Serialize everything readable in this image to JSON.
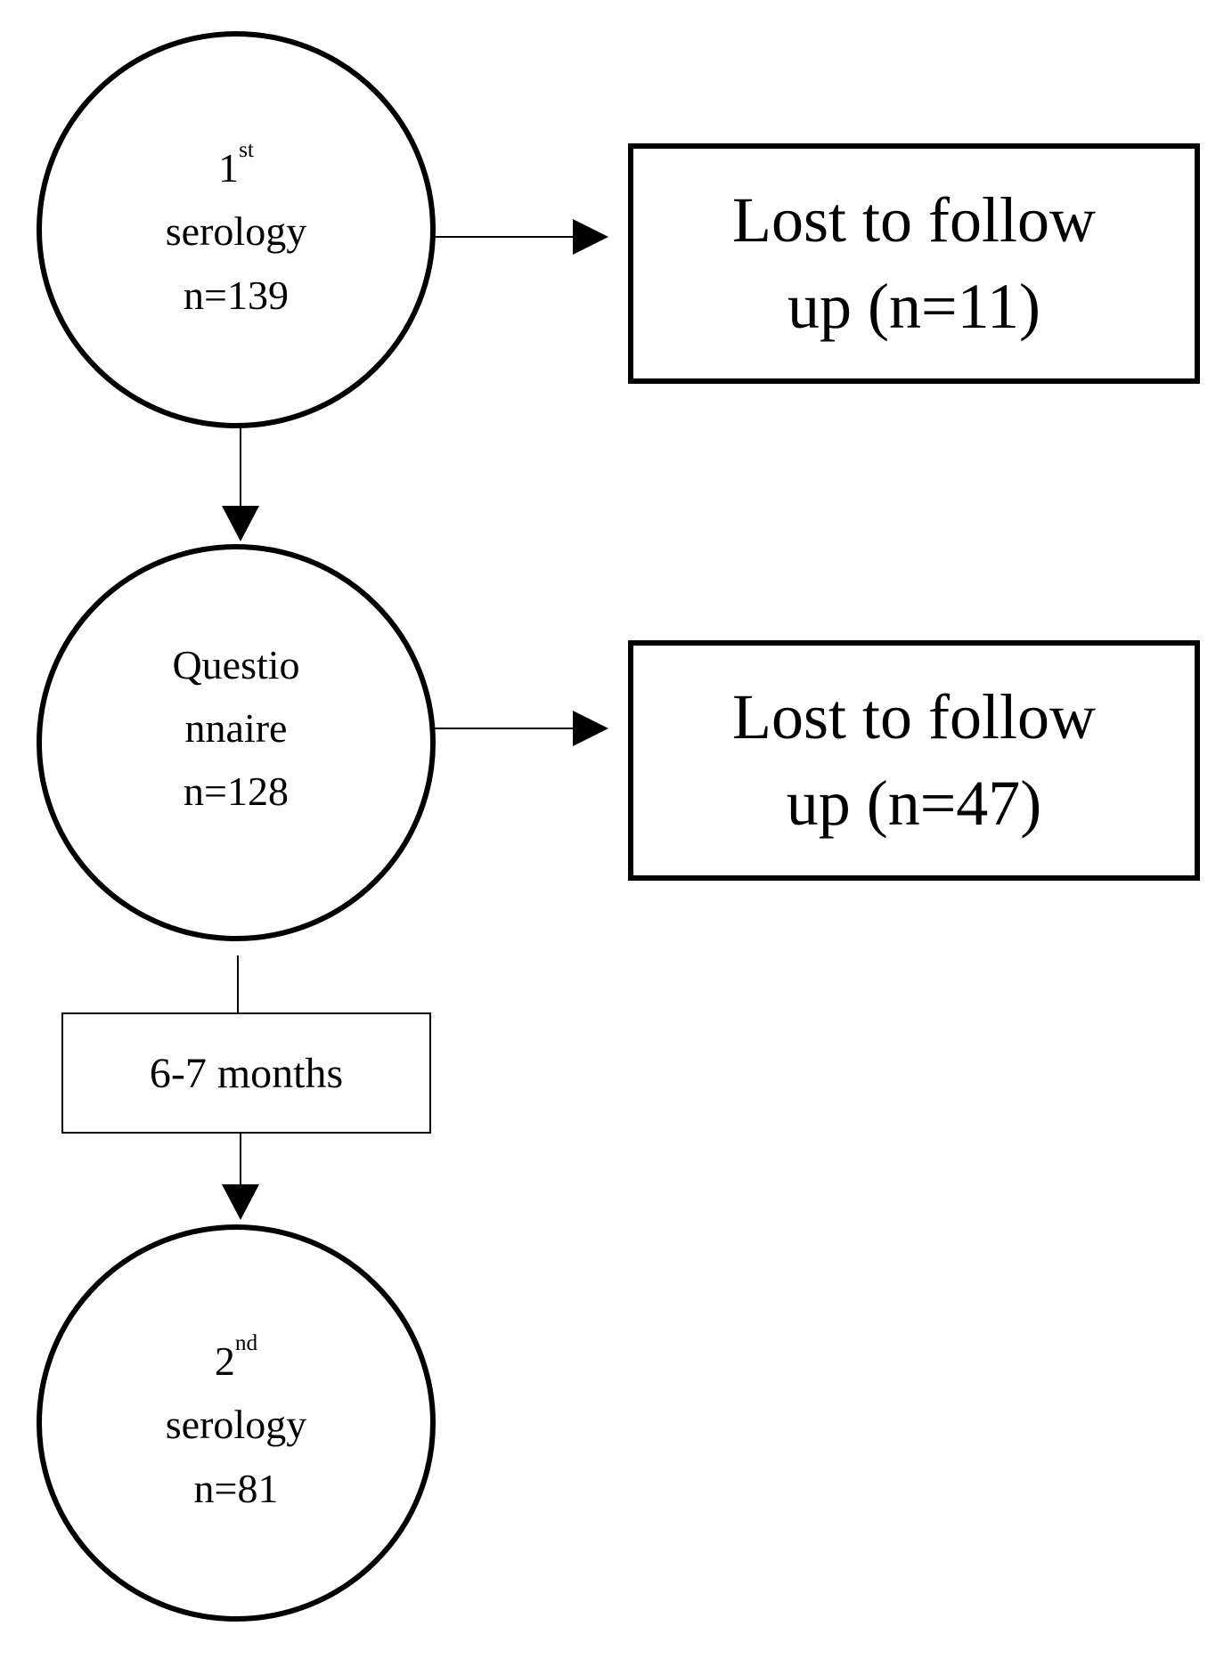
{
  "nodes": {
    "serology1": {
      "ordinal": "1",
      "ordinal_suffix": "st",
      "label": "serology",
      "count": "n=139"
    },
    "questionnaire": {
      "line1": "Questio",
      "line2": "nnaire",
      "count": "n=128"
    },
    "serology2": {
      "ordinal": "2",
      "ordinal_suffix": "nd",
      "label": "serology",
      "count": "n=81"
    }
  },
  "lost_boxes": [
    {
      "line1": "Lost to follow",
      "line2": "up (n=11)"
    },
    {
      "line1": "Lost to follow",
      "line2": "up (n=47)"
    }
  ],
  "interval_label": "6-7 months",
  "colors": {
    "stroke": "#000000",
    "background": "#ffffff"
  }
}
